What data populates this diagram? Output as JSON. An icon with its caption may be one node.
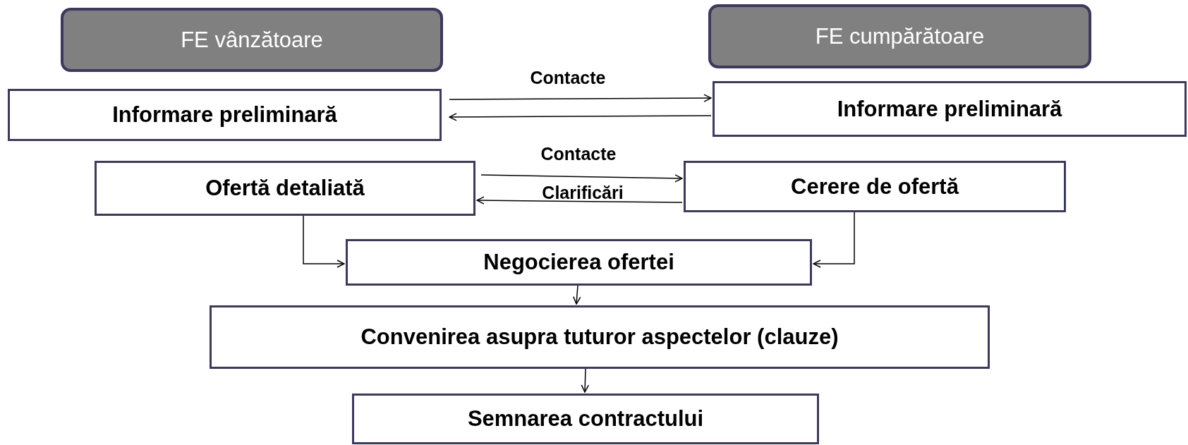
{
  "diagram": {
    "nodes": [
      {
        "text": [
          "FE vânzătoare"
        ]
      },
      {
        "text": [
          "FE cumpărătoare"
        ]
      },
      {
        "text": [
          "Informare preliminară"
        ]
      },
      {
        "text": [
          "Informare preliminară"
        ]
      },
      {
        "text": [
          "Ofertă detaliată"
        ]
      },
      {
        "text": [
          "Cerere de ofertă"
        ]
      },
      {
        "text": [
          "Negocierea ofertei"
        ]
      },
      {
        "text": [
          "Convenirea asupra tuturor aspectelor (clauze)"
        ]
      },
      {
        "text": [
          "Semnarea contractului"
        ]
      }
    ],
    "edges": [
      {
        "from": 2,
        "to": 3,
        "arrow": "to",
        "label": "Contacte"
      },
      {
        "from": 3,
        "to": 2,
        "arrow": "to"
      },
      {
        "from": 4,
        "to": 5,
        "arrow": "to",
        "label": "Contacte"
      },
      {
        "from": 5,
        "to": 4,
        "arrow": "to",
        "label": "Clarificări"
      },
      {
        "from": 4,
        "to": 6,
        "arrow": "to"
      },
      {
        "from": 5,
        "to": 6,
        "arrow": "to"
      },
      {
        "from": 6,
        "to": 7,
        "arrow": "to"
      },
      {
        "from": 7,
        "to": 8,
        "arrow": "to"
      }
    ]
  }
}
